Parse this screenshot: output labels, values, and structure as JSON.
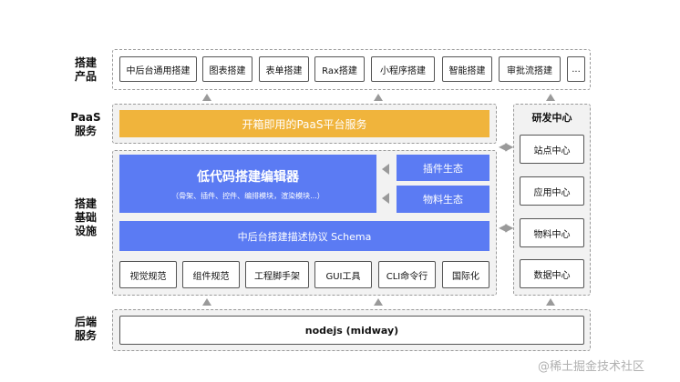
{
  "layers": {
    "product": "搭建\n产品",
    "paas": "PaaS\n服务",
    "infra": "搭建\n基础\n设施",
    "backend": "后端\n服务"
  },
  "products": [
    "中后台通用搭建",
    "图表搭建",
    "表单搭建",
    "Rax搭建",
    "小程序搭建",
    "智能搭建",
    "审批流搭建",
    "..."
  ],
  "paas_service": "开箱即用的PaaS平台服务",
  "editor": {
    "title": "低代码搭建编辑器",
    "subtitle": "（骨架、插件、控件、编排模块，渲染模块...）"
  },
  "ecosystems": [
    "插件生态",
    "物料生态"
  ],
  "schema": "中后台搭建描述协议 Schema",
  "tools": [
    "视觉规范",
    "组件规范",
    "工程脚手架",
    "GUI工具",
    "CLI命令行",
    "国际化"
  ],
  "rd_center": {
    "title": "研发中心",
    "items": [
      "站点中心",
      "应用中心",
      "物料中心",
      "数据中心"
    ]
  },
  "backend_service": "nodejs (midway)",
  "watermark": "@稀土掘金技术社区",
  "colors": {
    "paas_orange": "#f0b43c",
    "editor_blue": "#5b7bf3"
  }
}
